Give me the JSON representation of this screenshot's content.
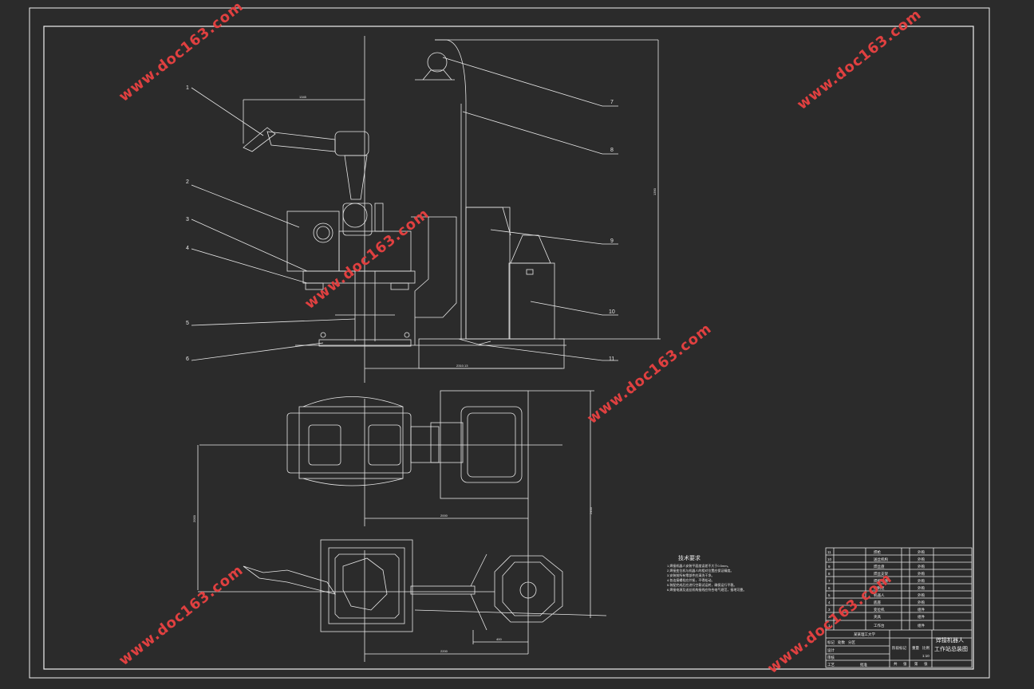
{
  "callouts": [
    "1",
    "2",
    "3",
    "4",
    "5",
    "6",
    "7",
    "8",
    "9",
    "10",
    "11"
  ],
  "dims": {
    "arm_top": "1345",
    "height_right": "1390",
    "base_front": "2310.13",
    "plan_center": "2000",
    "plan_height_left": "2000",
    "plan_height_right": "2400",
    "bottom_mid": "400",
    "bottom_total": "2200"
  },
  "notes": {
    "title": "技术要求",
    "lines": [
      "1.焊接机器人安装平面度误差不大于0.5mm。",
      "2.焊接变位机与机器人的相对位置应保证精度。",
      "3.安装前所有零部件应清洗干净。",
      "4.各连接螺栓应拧紧，不得松动。",
      "5.装配完成后应进行空载试运转，确保运行平稳。",
      "6.焊接电源及送丝机构接线应符合电气规范，接地可靠。"
    ]
  },
  "title_block": {
    "rows": [
      "11",
      "10",
      "9",
      "8",
      "7",
      "6",
      "5",
      "4",
      "3",
      "2",
      "1"
    ],
    "row_names": [
      "焊枪",
      "送丝机构",
      "焊丝盘",
      "焊丝支架",
      "焊接电源",
      "控制柜",
      "机器人",
      "底座",
      "变位机",
      "夹具",
      "工作台"
    ],
    "row_notes": [
      "外购",
      "外购",
      "外购",
      "外购",
      "外购",
      "外购",
      "外购",
      "外购",
      "组件",
      "组件",
      "组件"
    ],
    "school": "某某理工大学",
    "title1": "焊接机器人",
    "title2": "工作站总装图",
    "sign": [
      "标记",
      "处数",
      "分区",
      "设计",
      "审核",
      "工艺",
      "批准"
    ],
    "scale_hdr": [
      "阶段标记",
      "重量",
      "比例"
    ],
    "scale_val": "1:10",
    "sheet": [
      "共",
      "张",
      "第",
      "张"
    ]
  },
  "watermark": "www.doc163.com"
}
